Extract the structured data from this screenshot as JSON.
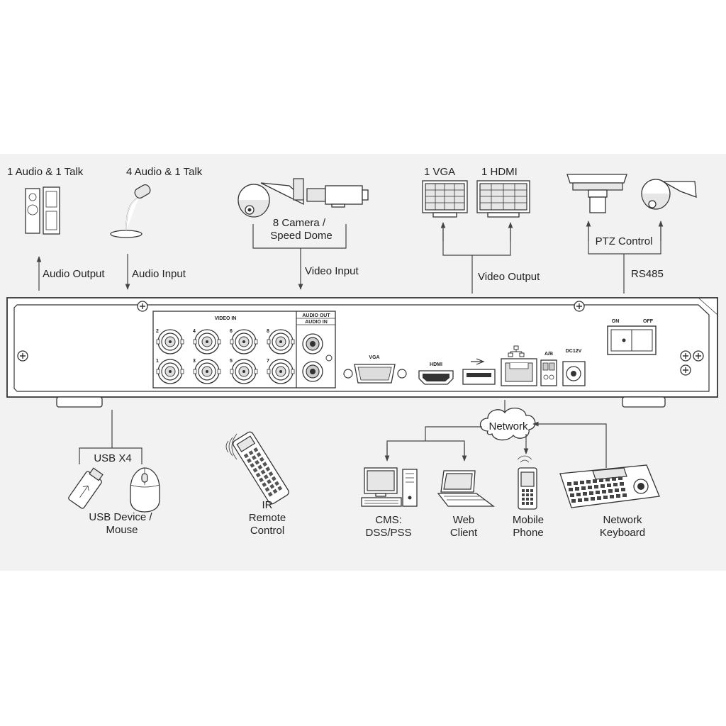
{
  "top_labels": {
    "audio_talk_1": "1 Audio  & 1 Talk",
    "audio_talk_4": "4 Audio & 1 Talk",
    "camera_line1": "8 Camera /",
    "camera_line2": "Speed Dome",
    "vga_count": "1 VGA",
    "hdmi_count": "1 HDMI",
    "ptz_control": "PTZ Control"
  },
  "connection_labels": {
    "audio_output": "Audio  Output",
    "audio_input": "Audio  Input",
    "video_input": "Video Input",
    "video_output": "Video Output",
    "rs485": "RS485"
  },
  "panel_labels": {
    "video_in": "VIDEO IN",
    "audio_out": "AUDIO OUT",
    "audio_in": "AUDIO IN",
    "vga": "VGA",
    "hdmi": "HDMI",
    "ab": "A/B",
    "dc12v": "DC12V",
    "on": "ON",
    "off": "OFF",
    "bnc_numbers_top": [
      "2",
      "4",
      "6",
      "8"
    ],
    "bnc_numbers_bottom": [
      "1",
      "3",
      "5",
      "7"
    ]
  },
  "bottom_labels": {
    "usb_x4": "USB X4",
    "usb_line1": "USB Device /",
    "usb_line2": "Mouse",
    "ir_line1": "IR",
    "ir_line2": "Remote",
    "ir_line3": "Control",
    "network": "Network",
    "cms_line1": "CMS:",
    "cms_line2": "DSS/PSS",
    "web_line1": "Web",
    "web_line2": "Client",
    "mobile_line1": "Mobile",
    "mobile_line2": "Phone",
    "keyboard_line1": "Network",
    "keyboard_line2": "Keyboard"
  },
  "icons": [
    "speaker-icon",
    "microphone-icon",
    "speed-dome-icon",
    "box-camera-icon",
    "vga-monitor-icon",
    "hdmi-monitor-icon",
    "ptz-camera-icon",
    "usb-stick-icon",
    "mouse-icon",
    "remote-control-icon",
    "network-cloud-icon",
    "desktop-pc-icon",
    "laptop-icon",
    "mobile-phone-icon",
    "network-keyboard-icon"
  ]
}
